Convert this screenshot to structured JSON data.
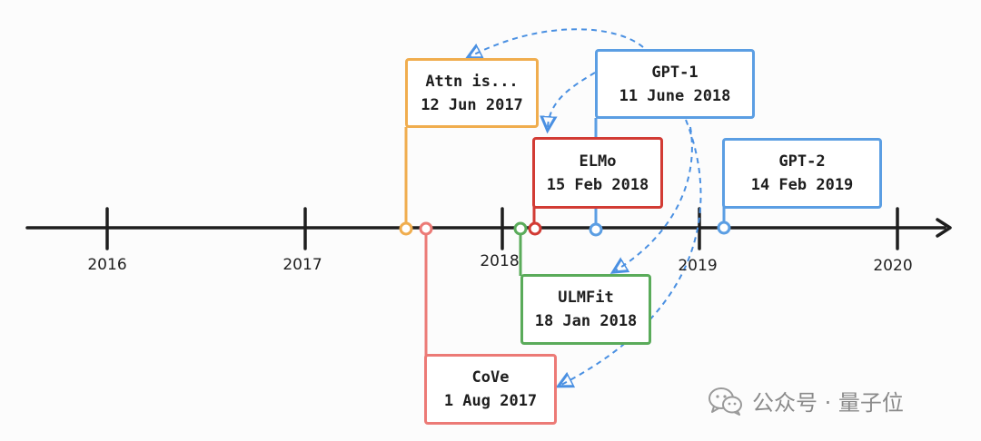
{
  "timeline": {
    "years": [
      "2016",
      "2017",
      "2018",
      "2019",
      "2020"
    ]
  },
  "events": [
    {
      "id": "attn",
      "title": "Attn is...",
      "date": "12 Jun 2017",
      "color": "#f0ad4e"
    },
    {
      "id": "cove",
      "title": "CoVe",
      "date": "1 Aug 2017",
      "color": "#ec7a76"
    },
    {
      "id": "ulmfit",
      "title": "ULMFit",
      "date": "18 Jan 2018",
      "color": "#5aab5a"
    },
    {
      "id": "elmo",
      "title": "ELMo",
      "date": "15 Feb 2018",
      "color": "#d23b34"
    },
    {
      "id": "gpt1",
      "title": "GPT-1",
      "date": "11 June 2018",
      "color": "#5b9ee3"
    },
    {
      "id": "gpt2",
      "title": "GPT-2",
      "date": "14 Feb 2019",
      "color": "#5b9ee3"
    }
  ],
  "watermark": {
    "text": "公众号 · 量子位",
    "icon": "wechat-icon"
  }
}
